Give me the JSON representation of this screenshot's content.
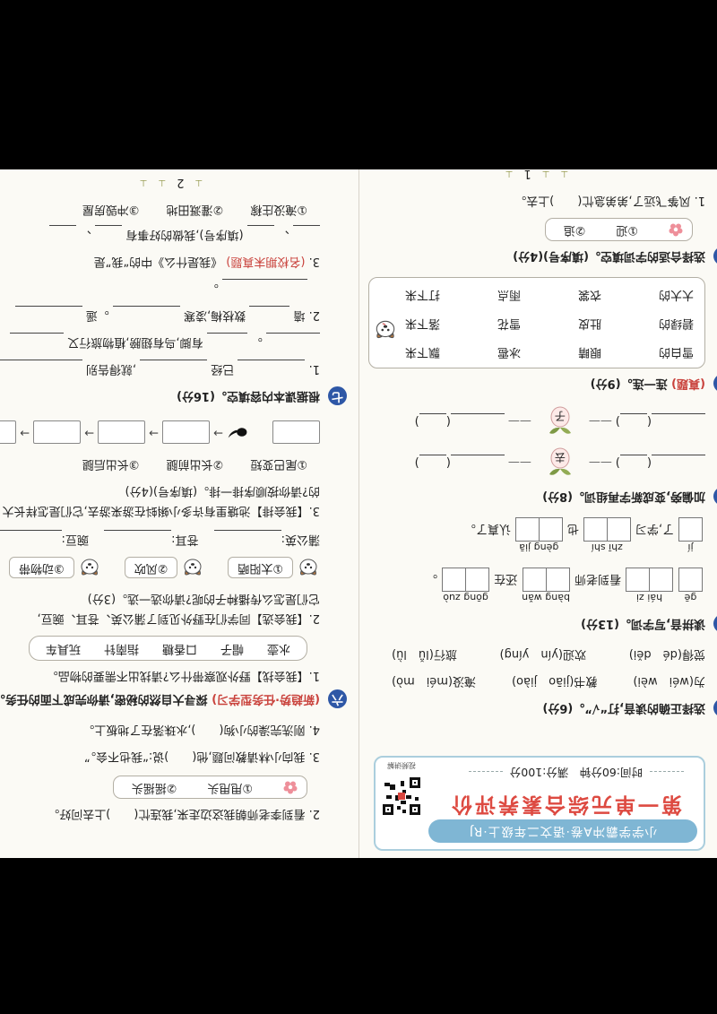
{
  "doc": {
    "page1": {
      "footer": "1",
      "header": {
        "banner": "小学学霸冲A卷·语文二年级上·RJ",
        "title": "第一单元综合素养评价",
        "time": "时间:60分钟",
        "score": "满分:100分",
        "qr_caption": "视频讲解"
      },
      "s1": {
        "badge": "一",
        "title": "选择正确的读音,打“√”。(6分)",
        "items": [
          [
            "为(wéi　wèi)",
            "教书(jiāo　jiào)",
            "淹没(méi　mò)"
          ],
          [
            "觉得(dé　děi)",
            "欢迎(yín　yíng)",
            "旅行(lǚ　lǜ)"
          ]
        ]
      },
      "s2": {
        "badge": "二",
        "title": "读拼音,写字词。(13分)",
        "r1": {
          "p1": "gē",
          "p2": "hái zi",
          "t1": "看到老师",
          "p3": "bàng wǎn",
          "t2": "还在",
          "p4": "gōng zuò",
          "t3": "。"
        },
        "r2": {
          "p1": "jí",
          "t1": "了,学习",
          "p2": "zhī shí",
          "t2": "也",
          "p3": "gèng jiā",
          "t3": "认真了。"
        }
      },
      "s3": {
        "badge": "三",
        "title": "加偏旁,变成新字再组词。(8分)",
        "items": [
          {
            "char": "去"
          },
          {
            "char": "子"
          }
        ]
      },
      "s4": {
        "badge": "四",
        "tag": "(真题)",
        "title": "连一连。(9分)",
        "rows": [
          [
            "雪白的",
            "眼睛",
            "冰雹",
            "飘下来"
          ],
          [
            "碧绿的",
            "肚皮",
            "雪花",
            "落下来"
          ],
          [
            "大大的",
            "衣裳",
            "雨点",
            "打下来"
          ]
        ]
      },
      "s5": {
        "badge": "五",
        "title": "选择合适的字词填空。(填序号)(4分)",
        "opts": [
          "①迎",
          "②追"
        ],
        "item1": "1. 风筝飞远了,弟弟急忙(　　)上去。"
      }
    },
    "page2": {
      "footer": "2",
      "s5b": {
        "item2": "2. 看到李老师朝我这边走来,我连忙(　　)上去问好。",
        "opts": [
          "①甩甩头",
          "②摇摇头"
        ],
        "item3": "3. 我向小林请教问题,他(　　)说:“我也不会。”",
        "item4": "4. 刚洗完澡的小狗(　　),水珠落在了地板上。"
      },
      "s6": {
        "badge": "六",
        "tag": "(新趋势·任务型学习)",
        "title": "探寻大自然的秘密,请你完成下面的任务。",
        "t1": "1.【我会找】野外观察带什么?请找出不需要的物品。",
        "words": [
          "水壶",
          "帽子",
          "口香糖",
          "指南针",
          "玩具车"
        ],
        "t2a": "2.【我会选】同学们在野外见到了蒲公英、苍耳、豌豆,",
        "t2b": "它们是怎么传播种子的呢?请你选一选。(3分)",
        "dog_opts": [
          "①太阳晒",
          "②风吹",
          "③动物带"
        ],
        "blanks": [
          "蒲公英:",
          "苍耳:",
          "豌豆:"
        ],
        "t3a": "3.【我会排】池塘里有许多小蝌蚪在游来游去,它们是怎样长大",
        "t3b": "的?请你按顺序排一排。(填序号)(4分)",
        "seq_opts": [
          "①尾巴变短",
          "②长出前腿",
          "③长出后腿"
        ]
      },
      "s7": {
        "badge": "七",
        "title": "根据课本内容填空。(16分)",
        "i1": {
          "n": "1.",
          "t1": "已经",
          "t2": ",就得告别"
        },
        "i1b": {
          "t1": "。",
          "t2": "有脚,鸟有翅膀,植物旅行又"
        },
        "i2": {
          "n": "2.",
          "t1": "墙",
          "t2": "数枝梅,凌寒",
          "t3": "。遥"
        },
        "i2b": {
          "t1": "。"
        },
        "i3": {
          "n": "3.",
          "tag": "(名校期末真题)",
          "t1": "《我是什么》中的“我”是"
        },
        "i3b": {
          "t1": "、",
          "t2": "(填序号),我做的好事有",
          "t3": "、"
        },
        "opts": [
          "①淹没庄稼",
          "②灌溉田地",
          "③冲毁房屋"
        ]
      }
    }
  }
}
